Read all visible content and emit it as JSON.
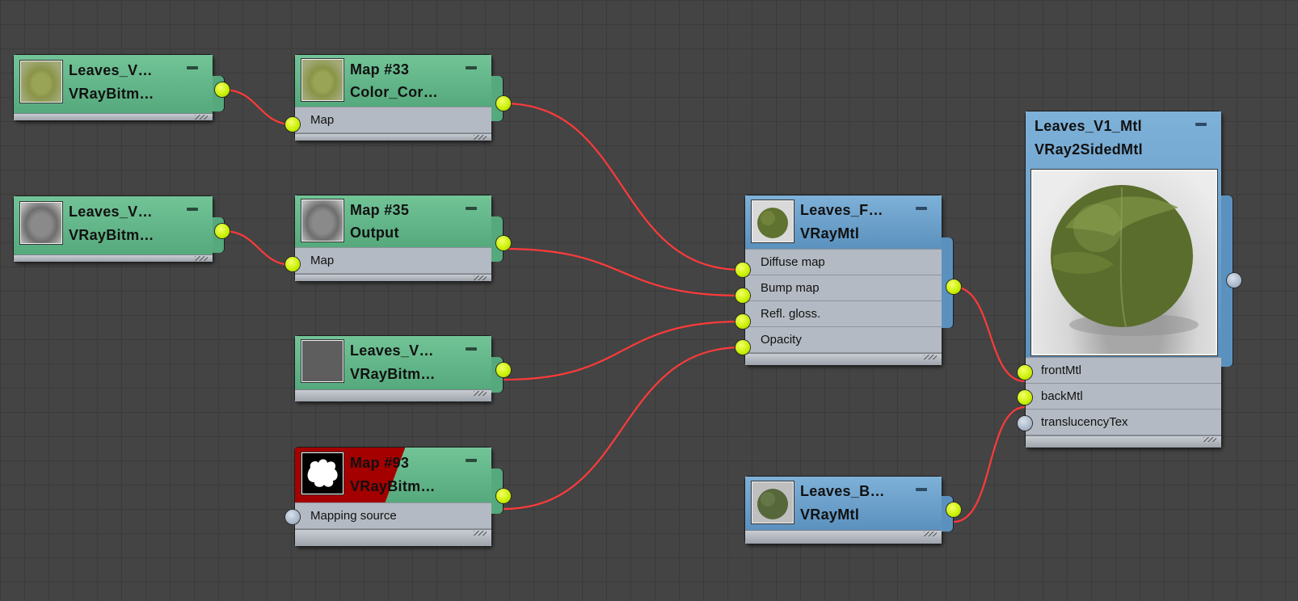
{
  "nodes": {
    "leaves_v_bitmap_1": {
      "title": "Leaves_V…",
      "subtitle": "VRayBitm…"
    },
    "map_33": {
      "title": "Map #33",
      "subtitle": "Color_Cor…",
      "slots": [
        "Map"
      ]
    },
    "leaves_v_bitmap_2": {
      "title": "Leaves_V…",
      "subtitle": "VRayBitm…"
    },
    "map_35": {
      "title": "Map #35",
      "subtitle": "Output",
      "slots": [
        "Map"
      ]
    },
    "leaves_v_bitmap_3": {
      "title": "Leaves_V…",
      "subtitle": "VRayBitm…"
    },
    "map_93": {
      "title": "Map #93",
      "subtitle": "VRayBitm…",
      "slots": [
        "Mapping source"
      ]
    },
    "leaves_f_mtl": {
      "title": "Leaves_F…",
      "subtitle": "VRayMtl",
      "slots": [
        "Diffuse map",
        "Bump map",
        "Refl. gloss.",
        "Opacity"
      ]
    },
    "leaves_b_mtl": {
      "title": "Leaves_B…",
      "subtitle": "VRayMtl"
    },
    "leaves_v1_mtl": {
      "title": "Leaves_V1_Mtl",
      "subtitle": "VRay2SidedMtl",
      "slots": [
        "frontMtl",
        "backMtl",
        "translucencyTex"
      ]
    }
  },
  "colors": {
    "map_node": "#5fb486",
    "material_node": "#6a9dc8",
    "wire": "#ff3a3a",
    "port_connected": "#c8f000",
    "port_unconnected": "#a7b5c8",
    "background": "#444444"
  },
  "icons": [
    "leaf-texture-icon",
    "leaf-grayscale-icon",
    "noise-texture-icon",
    "opacity-mask-icon",
    "sphere-preview-icon"
  ]
}
